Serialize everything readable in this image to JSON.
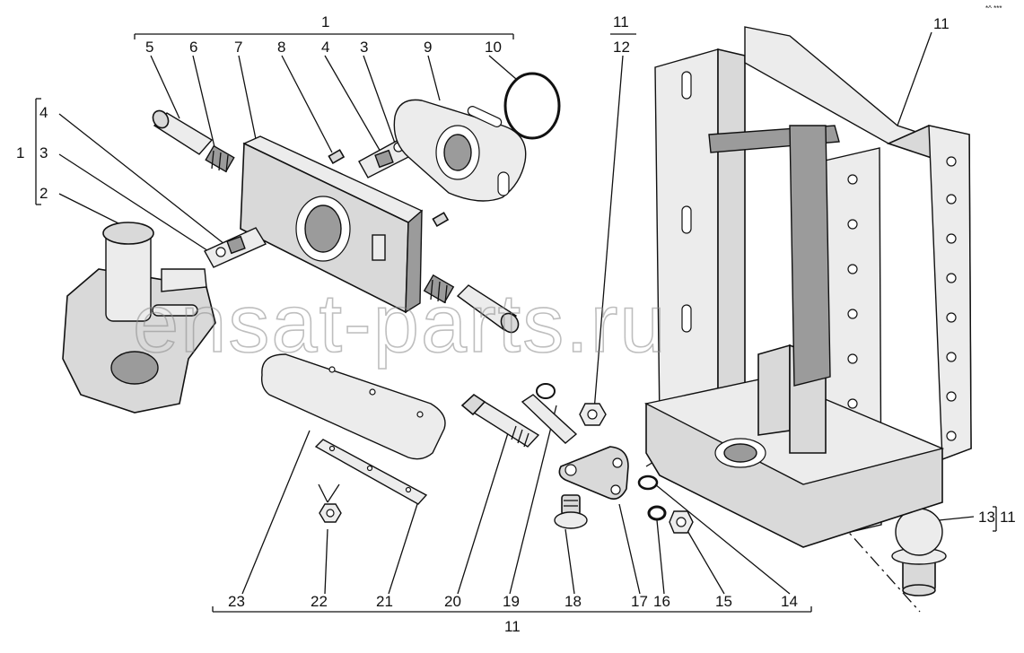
{
  "labels": {
    "top_group": "1",
    "top_items": [
      "5",
      "6",
      "7",
      "8",
      "4",
      "3",
      "9",
      "10"
    ],
    "left_group": "1",
    "left_items": [
      "4",
      "3",
      "2"
    ],
    "mid_fraction_top": "11",
    "mid_fraction_bottom": "12",
    "right_top": "11",
    "ball_item": "13",
    "ball_group": "11",
    "bottom_items": [
      "23",
      "22",
      "21",
      "20",
      "19",
      "18",
      "17",
      "16",
      "15",
      "14"
    ],
    "bottom_group": "11"
  },
  "watermark": "ensat-parts.ru",
  "corner_mark": "*^ ***"
}
